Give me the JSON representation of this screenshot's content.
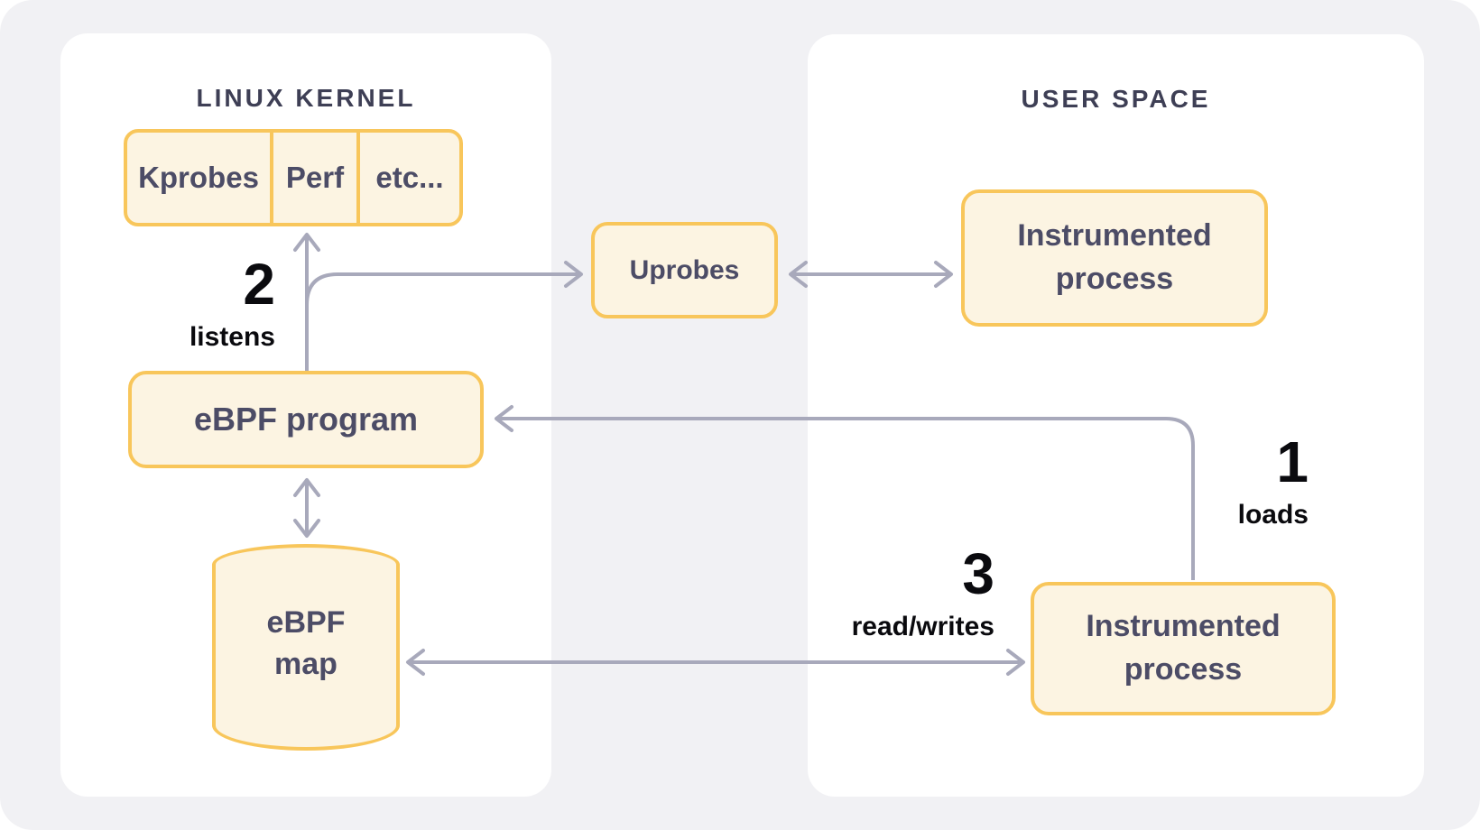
{
  "panels": {
    "kernel": {
      "title": "LINUX KERNEL"
    },
    "user": {
      "title": "USER SPACE"
    }
  },
  "nodes": {
    "probes": {
      "cells": [
        "Kprobes",
        "Perf",
        "etc..."
      ]
    },
    "uprobes": {
      "label": "Uprobes"
    },
    "ebpf_program": {
      "label": "eBPF program"
    },
    "ebpf_map": {
      "lines": [
        "eBPF",
        "map"
      ]
    },
    "instrumented_top": {
      "lines": [
        "Instrumented",
        "process"
      ]
    },
    "instrumented_bottom": {
      "lines": [
        "Instrumented",
        "process"
      ]
    }
  },
  "annotations": {
    "step1": {
      "number": "1",
      "label": "loads"
    },
    "step2": {
      "number": "2",
      "label": "listens"
    },
    "step3": {
      "number": "3",
      "label": "read/writes"
    }
  },
  "colors": {
    "canvas-bg": "#f1f1f4",
    "panel-bg": "#ffffff",
    "box-fill": "#fcf4e2",
    "box-border": "#f8c65b",
    "node-text": "#4c4c66",
    "title-color": "#3e3f55",
    "label-color": "#0a0a0e",
    "arrow": "#a8a9bb"
  }
}
